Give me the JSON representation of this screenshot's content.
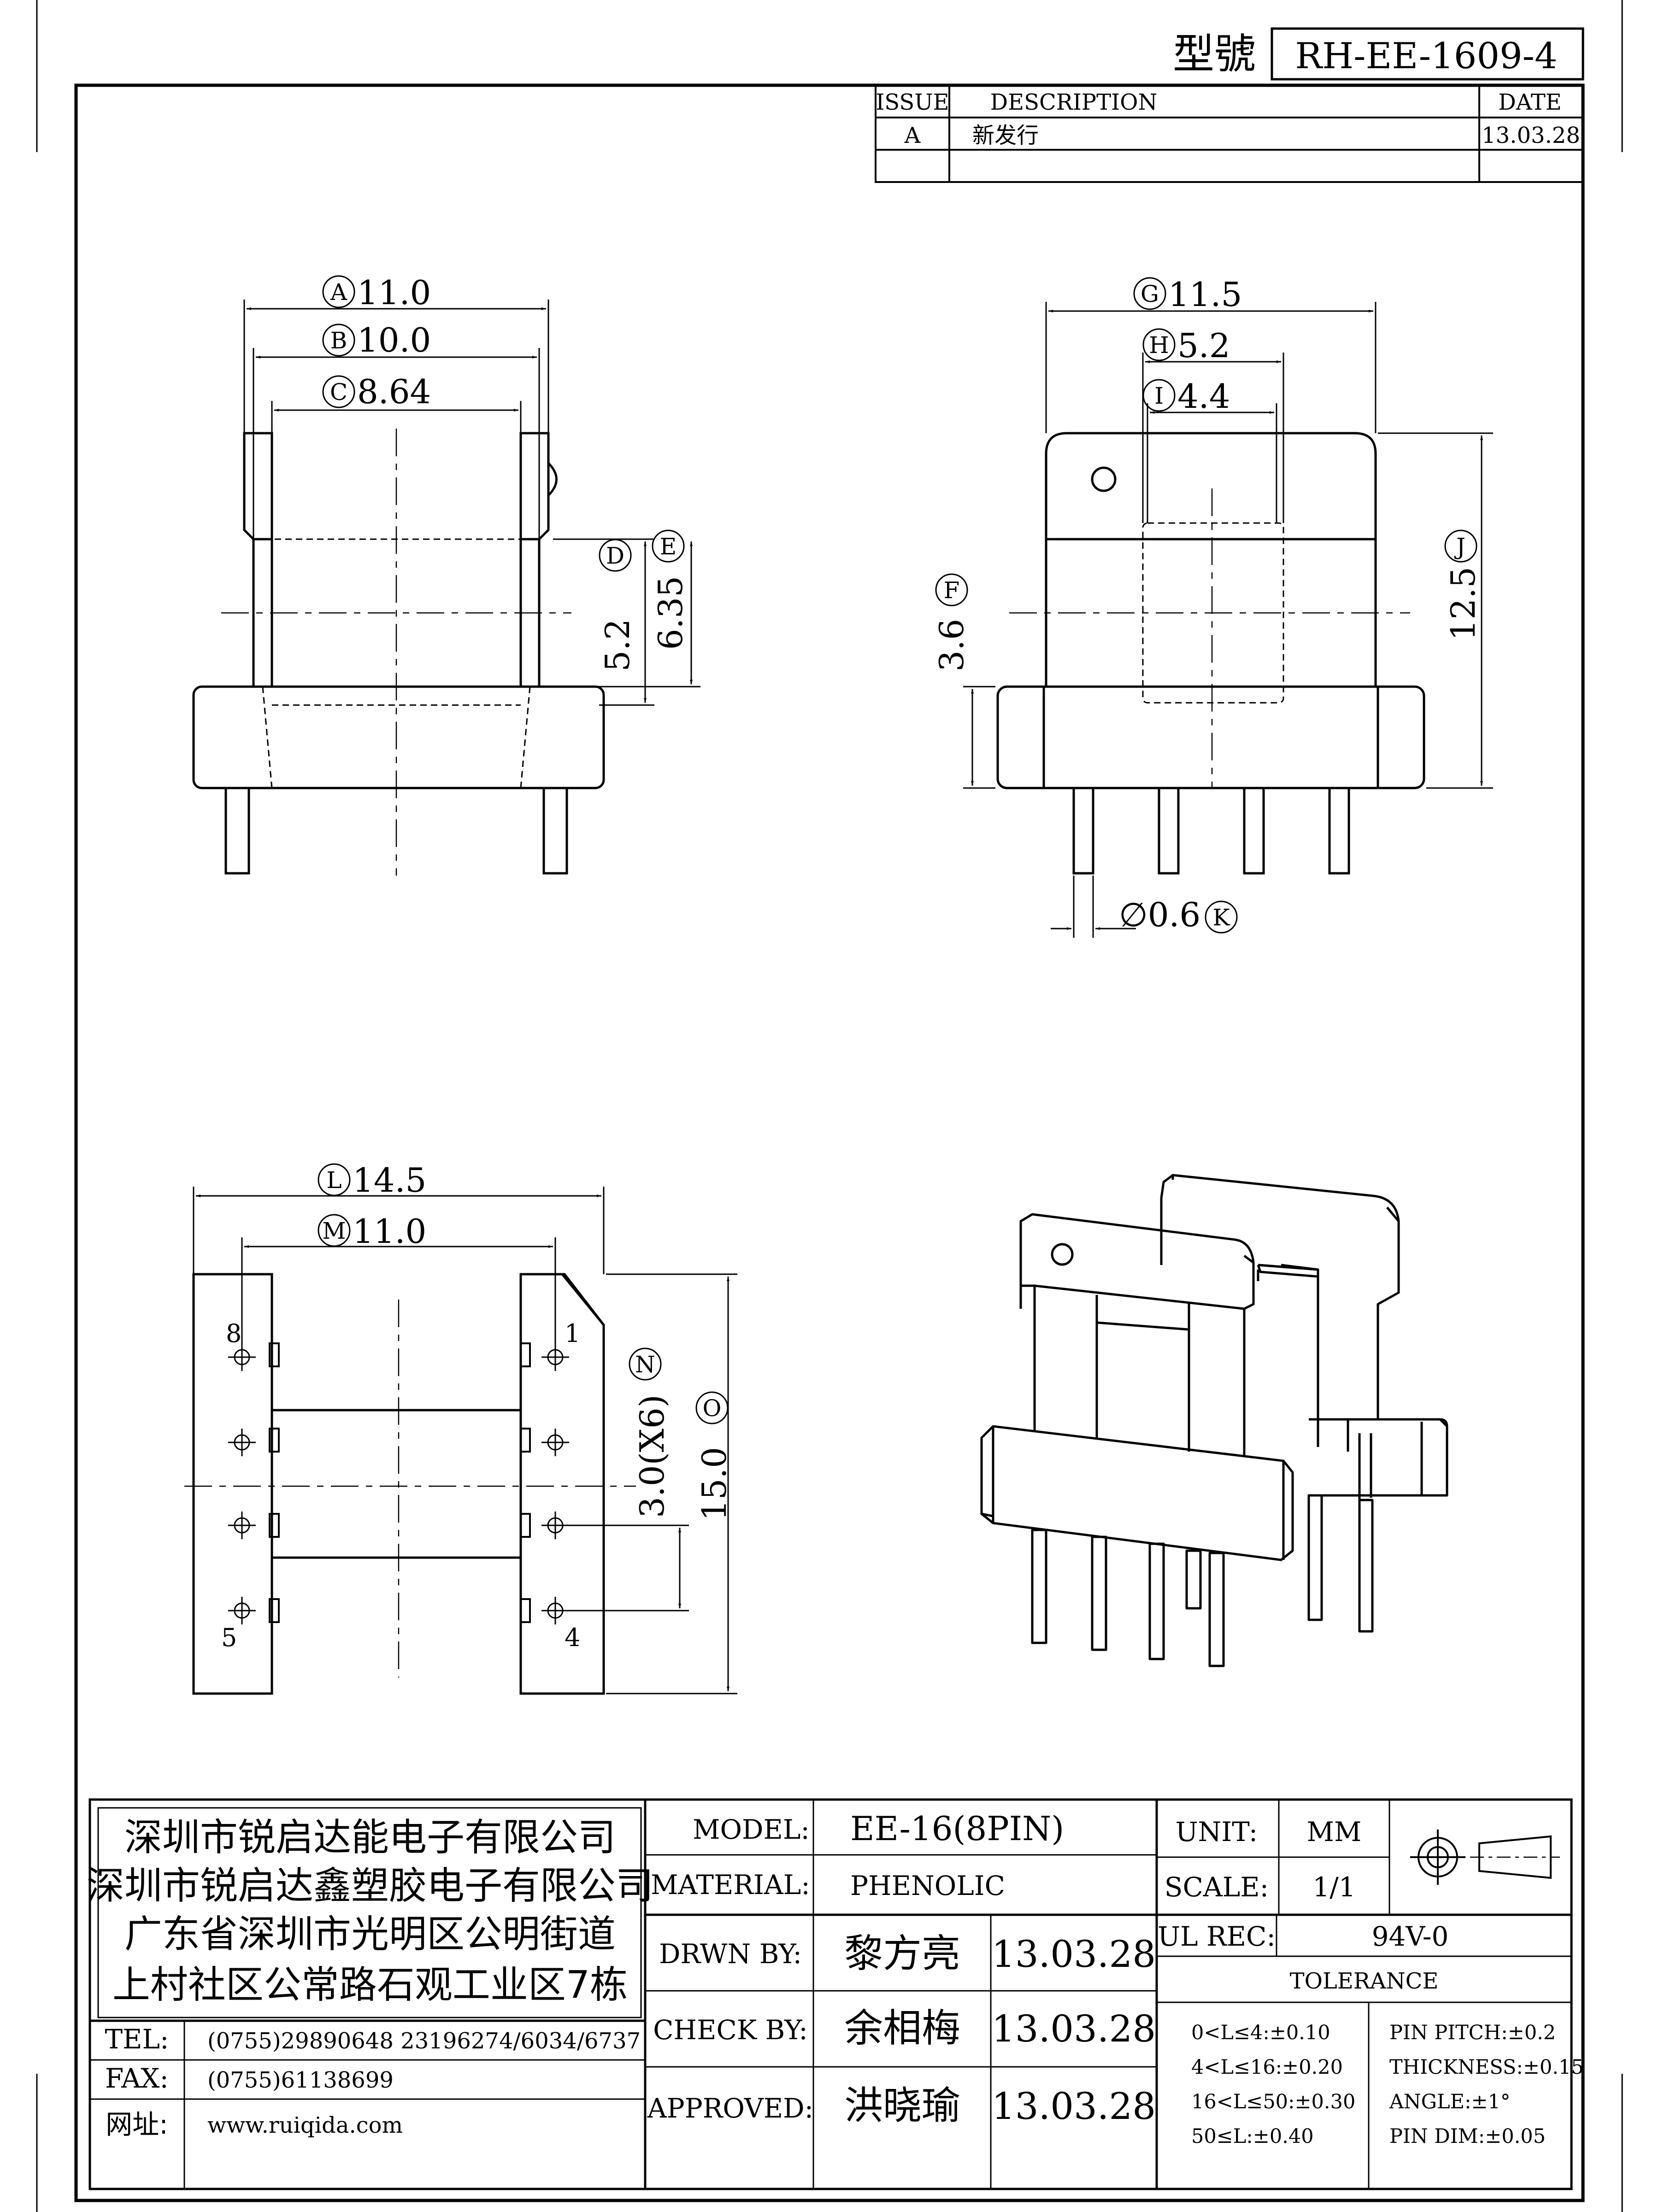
{
  "header": {
    "model_label": "型號",
    "model_number": "RH-EE-1609-4"
  },
  "revision_table": {
    "columns": [
      "ISSUE",
      "DESCRIPTION",
      "DATE"
    ],
    "rows": [
      {
        "issue": "A",
        "description": "新发行",
        "date": "13.03.28"
      }
    ]
  },
  "views": {
    "front": {
      "dims": {
        "A": "11.0",
        "B": "10.0",
        "C": "8.64",
        "D": "5.2",
        "E": "6.35"
      }
    },
    "side": {
      "dims": {
        "G": "11.5",
        "H": "5.2",
        "I": "4.4",
        "F": "3.6",
        "J": "12.5",
        "K": "∅0.6"
      }
    },
    "bottom": {
      "dims": {
        "L": "14.5",
        "M": "11.0",
        "N": "3.0(X6)",
        "O": "15.0"
      },
      "pin_numbers": [
        "8",
        "1",
        "5",
        "4"
      ]
    }
  },
  "title_block": {
    "company_lines": [
      "深圳市锐启达能电子有限公司",
      "深圳市锐启达鑫塑胶电子有限公司",
      "广东省深圳市光明区公明街道",
      "上村社区公常路石观工业区7栋"
    ],
    "contacts": [
      {
        "label": "TEL:",
        "value": "(0755)29890648   23196274/6034/6737"
      },
      {
        "label": "FAX:",
        "value": "(0755)61138699"
      },
      {
        "label": "网址:",
        "value": "www.ruiqida.com"
      }
    ],
    "model_label": "MODEL:",
    "model_value": "EE-16(8PIN)",
    "material_label": "MATERIAL:",
    "material_value": "PHENOLIC",
    "drawn_label": "DRWN BY:",
    "drawn_name": "黎方亮",
    "drawn_date": "13.03.28",
    "check_label": "CHECK BY:",
    "check_name": "余相梅",
    "check_date": "13.03.28",
    "approved_label": "APPROVED:",
    "approved_name": "洪晓瑜",
    "approved_date": "13.03.28",
    "unit_label": "UNIT:",
    "unit_value": "MM",
    "scale_label": "SCALE:",
    "scale_value": "1/1",
    "ul_label": "UL REC:",
    "ul_value": "94V-0",
    "tolerance_label": "TOLERANCE",
    "tolerance_left": [
      "0<L≤4:±0.10",
      "4<L≤16:±0.20",
      "16<L≤50:±0.30",
      "50≤L:±0.40"
    ],
    "tolerance_right": [
      "PIN PITCH:±0.2",
      "THICKNESS:±0.15",
      "ANGLE:±1°",
      "PIN DIM:±0.05"
    ]
  }
}
